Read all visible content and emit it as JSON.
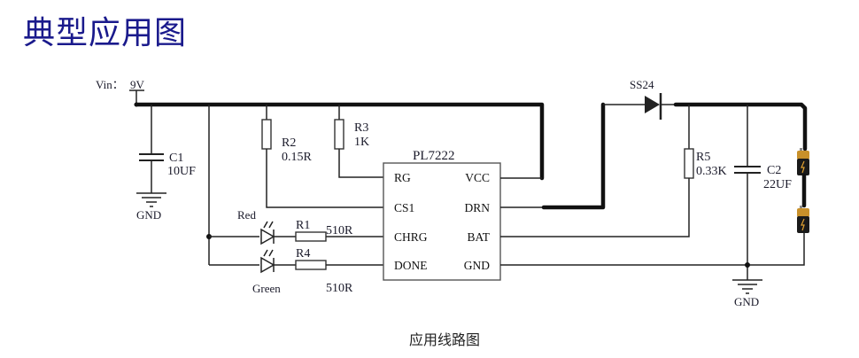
{
  "title": "典型应用图",
  "caption": "应用线路图",
  "supply": {
    "label": "Vin：",
    "value": "9V"
  },
  "ic": {
    "name": "PL7222",
    "pins_left": [
      "RG",
      "CS1",
      "CHRG",
      "DONE"
    ],
    "pins_right": [
      "VCC",
      "DRN",
      "BAT",
      "GND"
    ]
  },
  "components": {
    "c1": {
      "ref": "C1",
      "value": "10UF"
    },
    "c2": {
      "ref": "C2",
      "value": "22UF"
    },
    "r1": {
      "ref": "R1",
      "value": "510R"
    },
    "r2": {
      "ref": "R2",
      "value": "0.15R"
    },
    "r3": {
      "ref": "R3",
      "value": "1K"
    },
    "r4": {
      "ref": "R4",
      "value": "510R"
    },
    "r5": {
      "ref": "R5",
      "value": "0.33K"
    },
    "d1": {
      "ref": "SS24"
    },
    "led_red": {
      "label": "Red"
    },
    "led_green": {
      "label": "Green"
    },
    "battery_count": 2
  },
  "ground_labels": [
    "GND",
    "GND"
  ],
  "colors": {
    "title": "#1a1a8c",
    "battery_top": "#c8902a",
    "battery_body": "#1a1a1a"
  }
}
